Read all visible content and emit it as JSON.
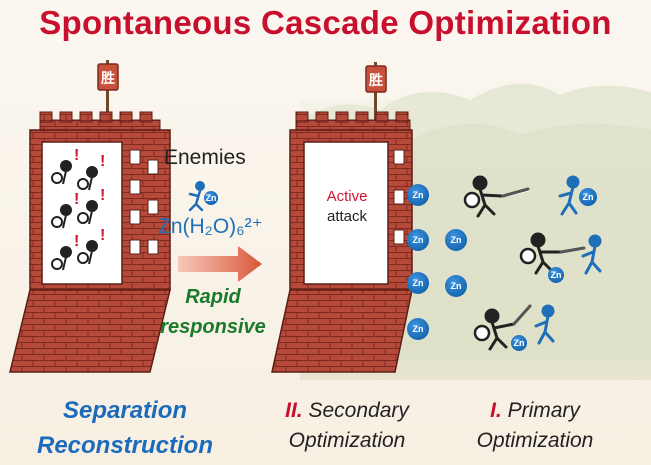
{
  "title": "Spontaneous Cascade Optimization",
  "flag_char": "胜",
  "enemies_label": "Enemies",
  "formula": "Zn(H₂O)₆²⁺",
  "rapid_label": "Rapid",
  "responsive_label": "responsive",
  "active_line1": "Active",
  "active_line2": "attack",
  "zn_label": "Zn",
  "bottom_left_line1": "Separation",
  "bottom_left_line2": "Reconstruction",
  "secondary_num": "II.",
  "secondary_word": "Secondary",
  "secondary_line2": "Optimization",
  "primary_num": "I.",
  "primary_word": "Primary",
  "primary_line2": "Optimization",
  "exclaim": "!",
  "colors": {
    "title": "#c8102e",
    "brick": "#b54a3a",
    "zinc_blue": "#1f6fb8",
    "green": "#1a7a2c"
  }
}
